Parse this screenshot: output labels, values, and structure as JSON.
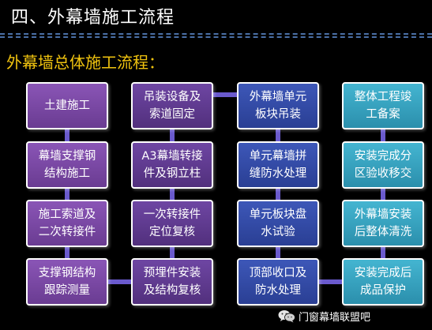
{
  "header": {
    "title": "四、外幕墙施工流程",
    "subtitle": "外幕墙总体施工流程："
  },
  "flow": {
    "columns": [
      {
        "steps": [
          "土建施工",
          "幕墙支撑钢\n结构施工",
          "施工索道及\n二次转接件",
          "支撑钢结构\n跟踪测量"
        ]
      },
      {
        "steps": [
          "吊装设备及\n索道固定",
          "A3幕墙转接\n件及钢立柱",
          "一次转接件\n定位复核",
          "预埋件安装\n及结构复核"
        ]
      },
      {
        "steps": [
          "外幕墙单元\n板块吊装",
          "单元幕墙拼\n缝防水处理",
          "单元板块盘\n水试验",
          "顶部收口及\n防水处理"
        ]
      },
      {
        "steps": [
          "整体工程竣\n工备案",
          "安装完成分\n区验收移交",
          "外幕墙安装\n后整体清洗",
          "安装完成后\n成品保护"
        ]
      }
    ],
    "colors": {
      "col1": "#7a4aa6",
      "col2": "#5f3b8f",
      "col3": "#3349a6",
      "col4": "#3aa3c1",
      "connector": "#6a5acd"
    }
  },
  "watermark": {
    "text": "门窗幕墙联盟吧",
    "icon": "wechat-icon"
  }
}
